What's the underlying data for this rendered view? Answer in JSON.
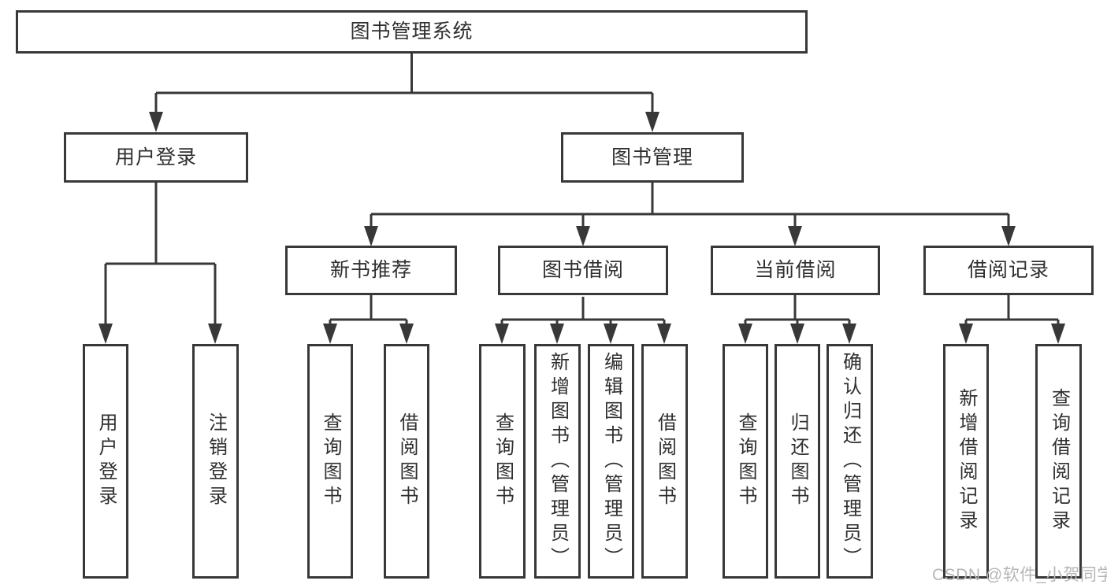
{
  "tree": {
    "label": "图书管理系统",
    "children": [
      {
        "label": "用户登录",
        "children": [
          {
            "label": "用户登录"
          },
          {
            "label": "注销登录"
          }
        ]
      },
      {
        "label": "图书管理",
        "children": [
          {
            "label": "新书推荐",
            "children": [
              {
                "label": "查询图书"
              },
              {
                "label": "借阅图书"
              }
            ]
          },
          {
            "label": "图书借阅",
            "children": [
              {
                "label": "查询图书"
              },
              {
                "label": "新增图书（管理员）"
              },
              {
                "label": "编辑图书（管理员）"
              },
              {
                "label": "借阅图书"
              }
            ]
          },
          {
            "label": "当前借阅",
            "children": [
              {
                "label": "查询图书"
              },
              {
                "label": "归还图书"
              },
              {
                "label": "确认归还（管理员）"
              }
            ]
          },
          {
            "label": "借阅记录",
            "children": [
              {
                "label": "新增借阅记录"
              },
              {
                "label": "查询借阅记录"
              }
            ]
          }
        ]
      }
    ]
  },
  "watermark": {
    "text": "CSDN @软件_小贺同学"
  },
  "colors": {
    "line": "#383838",
    "box_border": "#383838",
    "box_fill": "#ffffff",
    "text": "#2f2f2f",
    "watermark": "#b6b6b6",
    "background": "#ffffff"
  }
}
